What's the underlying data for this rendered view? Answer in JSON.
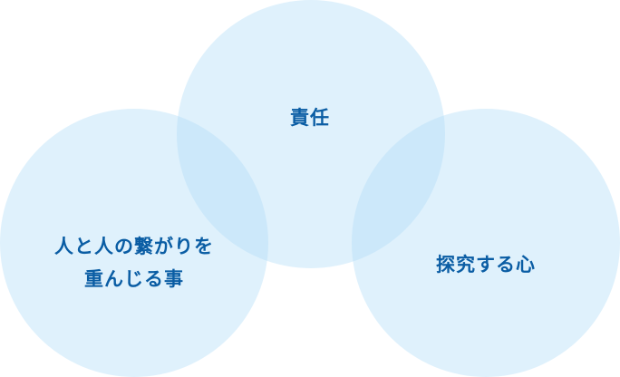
{
  "diagram": {
    "circles": [
      {
        "id": "top",
        "label_lines": [
          "責任"
        ]
      },
      {
        "id": "left",
        "label_lines": [
          "人と人の繋がりを",
          "重んじる事"
        ]
      },
      {
        "id": "right",
        "label_lines": [
          "探究する心"
        ]
      }
    ]
  },
  "colors": {
    "circle_fill": "#aedcf7",
    "label_text": "#0a5da4"
  }
}
